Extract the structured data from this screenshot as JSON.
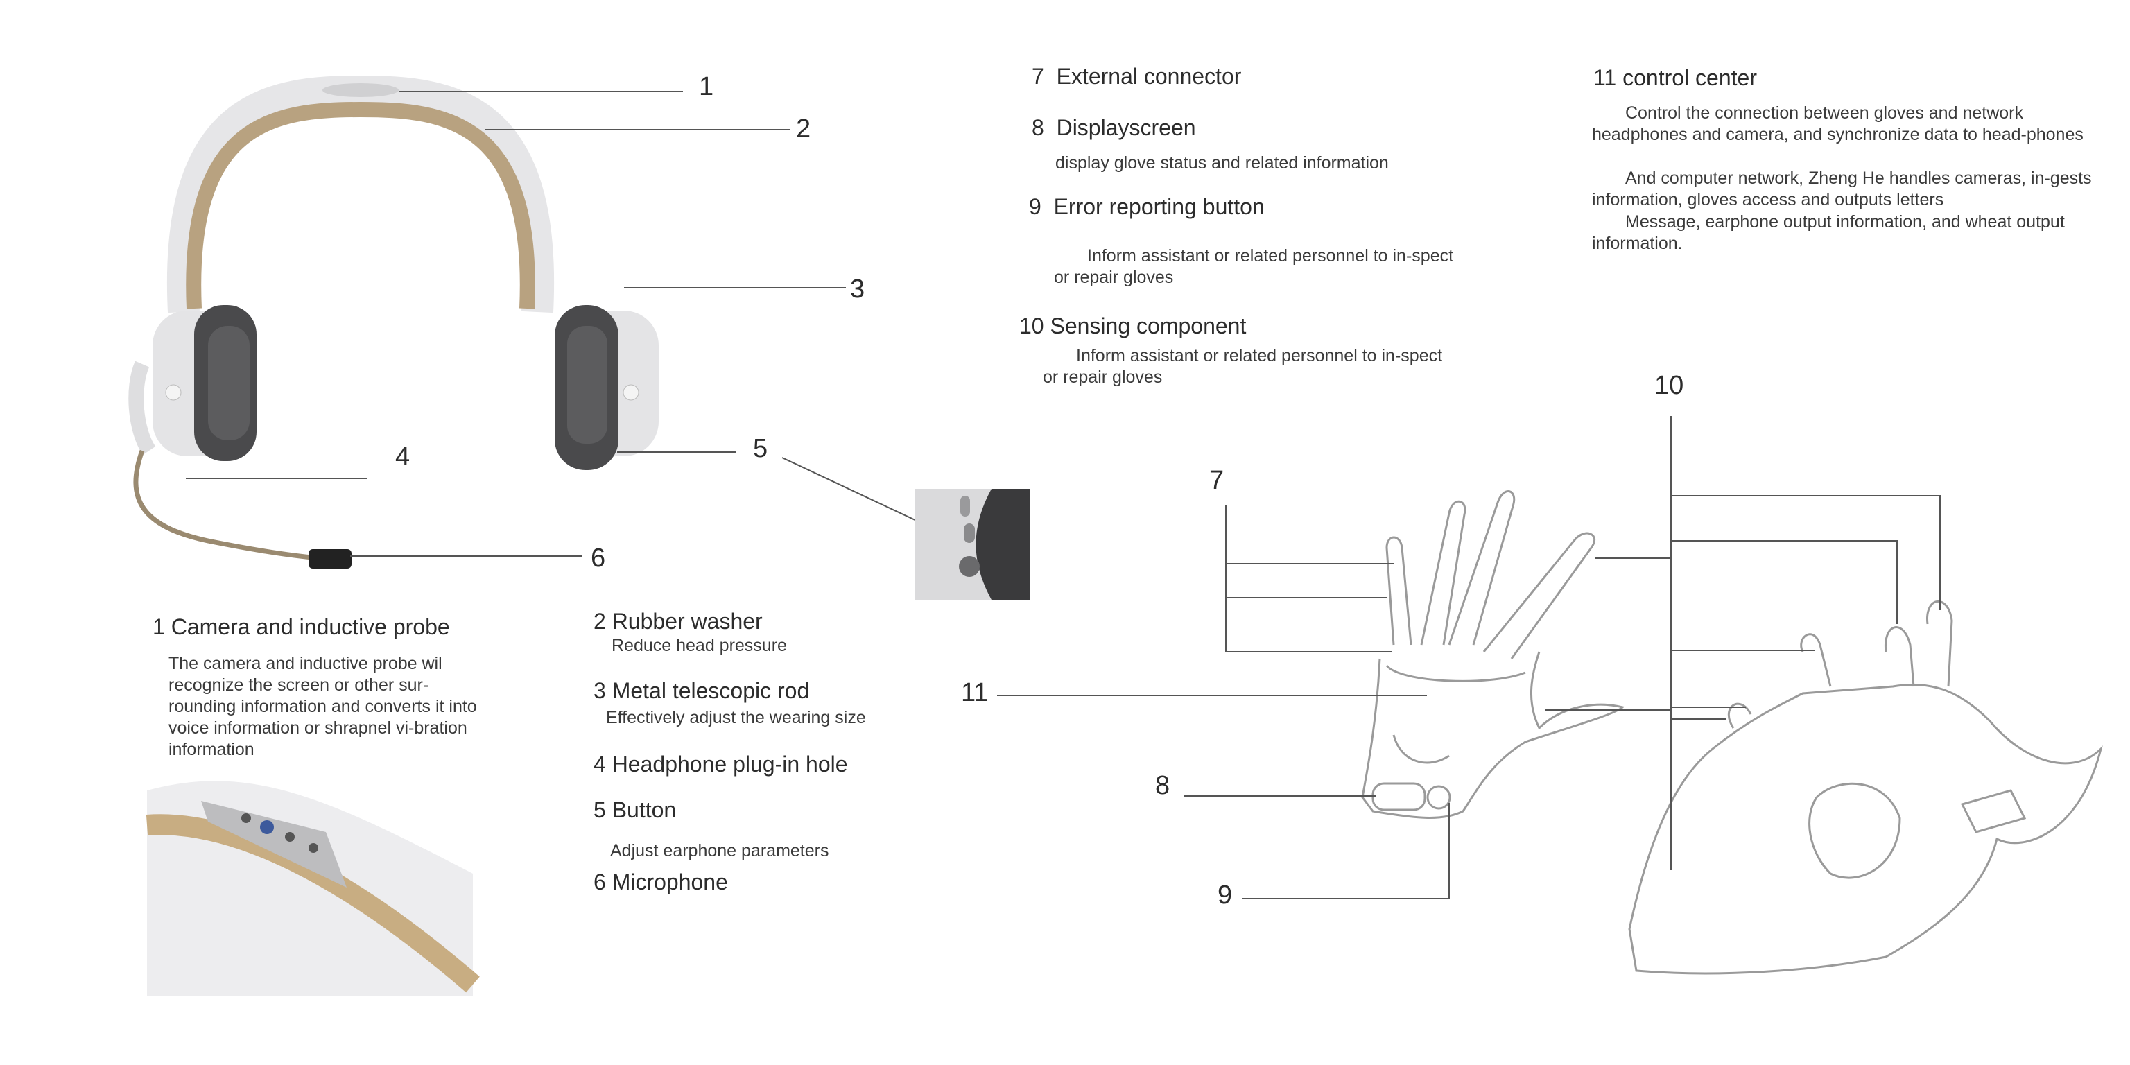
{
  "headphone_callouts": [
    "1",
    "2",
    "3",
    "4",
    "5",
    "6"
  ],
  "glove_callouts": {
    "c7": "7",
    "c8": "8",
    "c9": "9",
    "c10": "10",
    "c11": "11"
  },
  "items": {
    "i1": {
      "title": "1 Camera and inductive probe",
      "desc": "The camera and inductive probe wil recognize the screen or other sur-rounding information and converts it into voice information or shrapnel vi-bration information"
    },
    "i2": {
      "title": "2 Rubber washer",
      "desc": "Reduce head pressure"
    },
    "i3": {
      "title": "3 Metal telescopic rod",
      "desc": "Effectively adjust the wearing size"
    },
    "i4": {
      "title": "4 Headphone plug-in hole"
    },
    "i5": {
      "title": "5 Button",
      "desc": "Adjust earphone parameters"
    },
    "i6": {
      "title": "6 Microphone"
    },
    "i7": {
      "title": "7  External connector"
    },
    "i8": {
      "title": "8  Displayscreen",
      "desc": "display glove status and related information"
    },
    "i9": {
      "title": "9  Error reporting button",
      "desc": "Inform assistant or related personnel to in-spect or repair gloves"
    },
    "i10": {
      "title": "10 Sensing component",
      "desc": "Inform assistant or related personnel to in-spect or repair gloves"
    },
    "i11": {
      "title": "11 control center",
      "desc_lines": [
        "Control the connection between gloves and network headphones and camera, and synchronize data to head-phones",
        "And computer network, Zheng He handles cameras, in-gests information, gloves access and outputs letters",
        "Message, earphone output information, and wheat output information."
      ]
    }
  },
  "colors": {
    "headband_tan": "#b8a280",
    "shell": "#e4e4e6",
    "cushion": "#4a4a4c",
    "line": "#555555",
    "sketch": "#9a9a9a"
  }
}
